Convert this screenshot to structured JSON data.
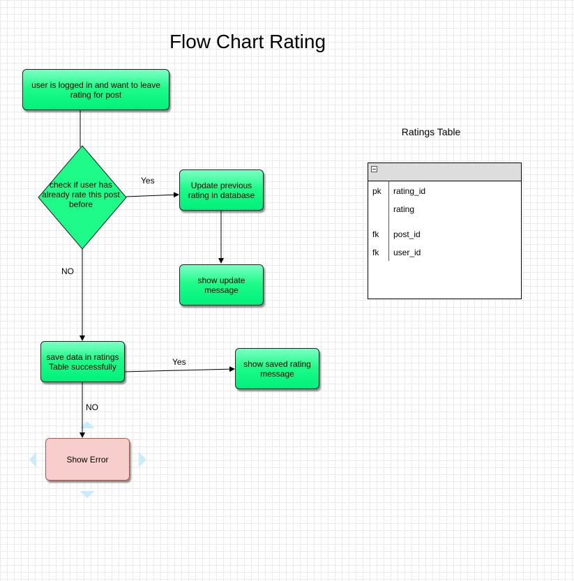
{
  "title": "Flow Chart Rating",
  "nodes": {
    "start": "user is logged in and want to leave rating for post",
    "decision": "check if user has already  rate this post before",
    "update": "Update  previous rating in database",
    "show_update": "show update message",
    "save": "save data in ratings Table successfully",
    "show_saved": "show saved rating message",
    "error": "Show Error"
  },
  "edge_labels": {
    "decision_yes": "Yes",
    "decision_no": "NO",
    "save_yes": "Yes",
    "save_no": "NO"
  },
  "table": {
    "title": "Ratings Table",
    "rows": [
      {
        "key": "pk",
        "field": "rating_id"
      },
      {
        "key": "",
        "field": "rating"
      },
      {
        "key": "fk",
        "field": "post_id"
      },
      {
        "key": "fk",
        "field": "user_id"
      }
    ]
  },
  "colors": {
    "node_fill": "#1efb88",
    "error_fill": "#f8cecc",
    "error_border": "#b85450",
    "selection_handles": "#c9ecf8"
  }
}
